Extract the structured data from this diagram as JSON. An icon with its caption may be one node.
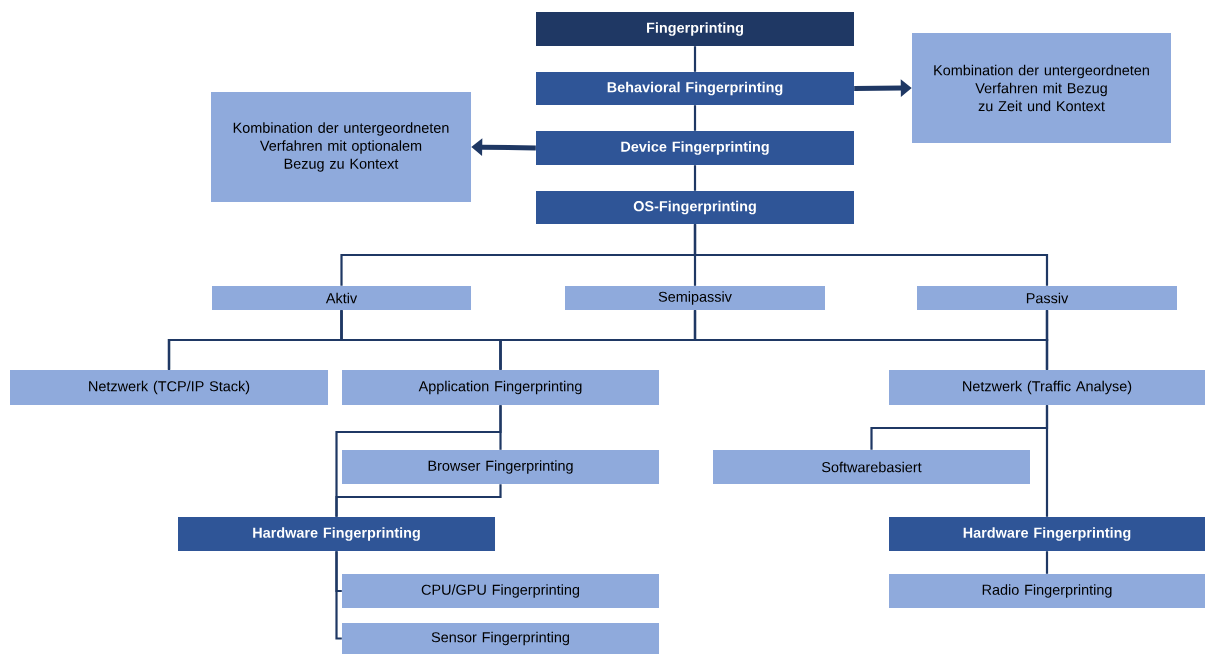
{
  "diagram": {
    "nodes": [
      {
        "text": [
          "Fingerprinting"
        ]
      },
      {
        "text": [
          "Behavioral Fingerprinting"
        ]
      },
      {
        "text": [
          "Kombination der untergeordneten Verfahren mit Bezug zu Zeit und Kontext"
        ]
      },
      {
        "text": [
          "Kombination der untergeordneten Verfahren mit optionalem Bezug zu Kontext"
        ]
      },
      {
        "text": [
          "Device Fingerprinting"
        ]
      },
      {
        "text": [
          "OS-Fingerprinting"
        ]
      },
      {
        "text": [
          "Aktiv"
        ]
      },
      {
        "text": [
          "Semipassiv"
        ]
      },
      {
        "text": [
          "Passiv"
        ]
      },
      {
        "text": [
          "Netzwerk (TCP/IP Stack)"
        ]
      },
      {
        "text": [
          "Application Fingerprinting"
        ]
      },
      {
        "text": [
          "Netzwerk (Traffic Analyse)"
        ]
      },
      {
        "text": [
          "Browser Fingerprinting"
        ]
      },
      {
        "text": [
          "Softwarebasiert"
        ]
      },
      {
        "text": [
          "Hardware Fingerprinting"
        ]
      },
      {
        "text": [
          "Hardware Fingerprinting"
        ]
      },
      {
        "text": [
          "CPU/GPU Fingerprinting"
        ]
      },
      {
        "text": [
          "Sensor Fingerprinting"
        ]
      },
      {
        "text": [
          "Radio Fingerprinting"
        ]
      }
    ],
    "edges": [
      {
        "from": 0,
        "to": 1,
        "arrow": "none"
      },
      {
        "from": 1,
        "to": 4,
        "arrow": "none"
      },
      {
        "from": 4,
        "to": 5,
        "arrow": "none"
      },
      {
        "from": 1,
        "to": 2,
        "arrow": "to",
        "style": "thick"
      },
      {
        "from": 4,
        "to": 3,
        "arrow": "to",
        "style": "thick"
      },
      {
        "from": 5,
        "to": 6,
        "arrow": "none"
      },
      {
        "from": 5,
        "to": 7,
        "arrow": "none"
      },
      {
        "from": 5,
        "to": 8,
        "arrow": "none"
      },
      {
        "from": 6,
        "to": 9,
        "arrow": "none"
      },
      {
        "from": 6,
        "to": 10,
        "arrow": "none"
      },
      {
        "from": 6,
        "to": 11,
        "arrow": "none"
      },
      {
        "from": 7,
        "to": 9,
        "arrow": "none"
      },
      {
        "from": 7,
        "to": 10,
        "arrow": "none"
      },
      {
        "from": 7,
        "to": 11,
        "arrow": "none"
      },
      {
        "from": 8,
        "to": 9,
        "arrow": "none"
      },
      {
        "from": 8,
        "to": 10,
        "arrow": "none"
      },
      {
        "from": 8,
        "to": 11,
        "arrow": "none"
      },
      {
        "from": 10,
        "to": 12,
        "arrow": "none"
      },
      {
        "from": 10,
        "to": 14,
        "arrow": "none"
      },
      {
        "from": 12,
        "to": 14,
        "arrow": "none"
      },
      {
        "from": 14,
        "to": 16,
        "arrow": "none"
      },
      {
        "from": 14,
        "to": 17,
        "arrow": "none"
      },
      {
        "from": 11,
        "to": 13,
        "arrow": "none"
      },
      {
        "from": 11,
        "to": 15,
        "arrow": "none"
      },
      {
        "from": 15,
        "to": 18,
        "arrow": "none"
      }
    ]
  }
}
